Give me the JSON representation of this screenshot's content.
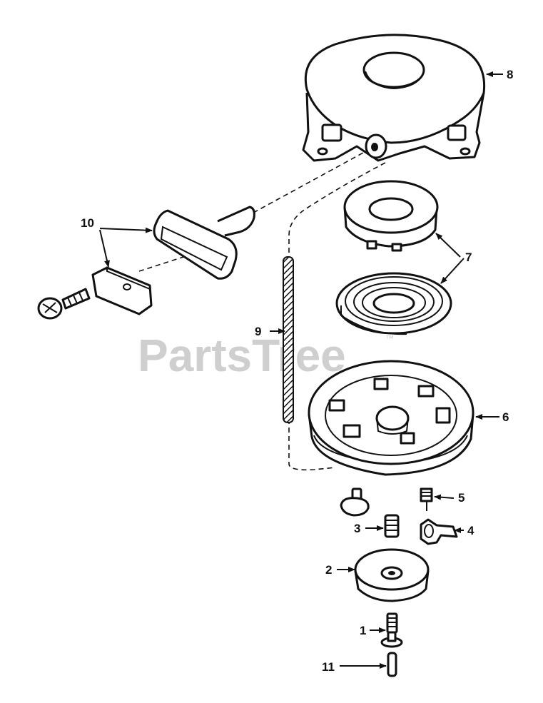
{
  "watermark": {
    "text": "PartsTree",
    "mark": "™"
  },
  "callouts": [
    {
      "id": "1",
      "text": "1"
    },
    {
      "id": "2",
      "text": "2"
    },
    {
      "id": "3",
      "text": "3"
    },
    {
      "id": "4",
      "text": "4"
    },
    {
      "id": "5",
      "text": "5"
    },
    {
      "id": "6",
      "text": "6"
    },
    {
      "id": "7",
      "text": "7"
    },
    {
      "id": "8",
      "text": "8"
    },
    {
      "id": "9",
      "text": "9"
    },
    {
      "id": "10",
      "text": "10"
    },
    {
      "id": "11",
      "text": "11"
    }
  ],
  "colors": {
    "ink": "#111111",
    "watermark": "#cfcfcf",
    "background": "#ffffff"
  }
}
